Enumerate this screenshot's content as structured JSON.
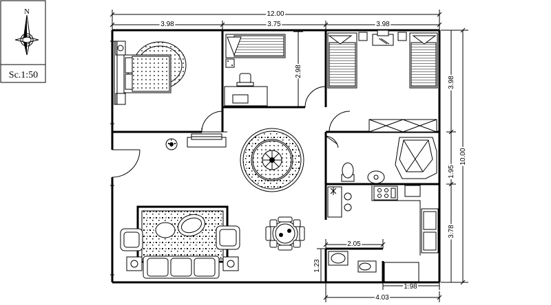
{
  "legend": {
    "north_label": "N",
    "scale_label": "Sc.1:50"
  },
  "dimensions": {
    "total_width": "12.00",
    "room_width_left": "3.98",
    "room_width_middle": "3.75",
    "room_width_right": "3.98",
    "middle_room_depth": "2.98",
    "right_top_depth": "3.98",
    "right_mid_depth": "1.95",
    "right_bottom_depth": "3.78",
    "total_depth": "10.00",
    "bath_width": "2.05",
    "bath_depth": "1.23",
    "bottom_right_segment": "1.98",
    "bottom_total_segment": "4.03"
  },
  "colors": {
    "line": "#000000",
    "background": "#ffffff"
  }
}
